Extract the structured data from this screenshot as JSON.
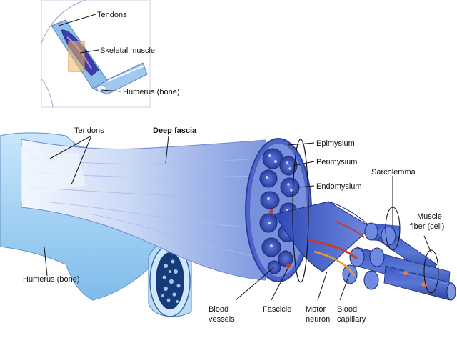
{
  "inset": {
    "labels": {
      "tendons": "Tendons",
      "skeletal_muscle": "Skeletal muscle",
      "humerus": "Humerus (bone)"
    }
  },
  "main": {
    "labels": {
      "tendons": "Tendons",
      "deep_fascia": "Deep fascia",
      "epimysium": "Epimysium",
      "perimysium": "Perimysium",
      "endomysium": "Endomysium",
      "sarcolemma": "Sarcolemma",
      "muscle_fiber_line1": "Muscle",
      "muscle_fiber_line2": "fiber (cell)",
      "humerus": "Humerus (bone)",
      "blood_vessels_line1": "Blood",
      "blood_vessels_line2": "vessels",
      "fascicle": "Fascicle",
      "motor_neuron_line1": "Motor",
      "motor_neuron_line2": "neuron",
      "blood_capillary_line1": "Blood",
      "blood_capillary_line2": "capillary"
    }
  },
  "colors": {
    "muscle_light": "#dfe9f8",
    "muscle_mid": "#8ea6e2",
    "muscle_dark": "#3149b8",
    "bone": "#9fd0f3",
    "fascicle_dot": "#1c2f8a",
    "vessel_red": "#c83a2a",
    "nerve_orange": "#e79d3c"
  }
}
